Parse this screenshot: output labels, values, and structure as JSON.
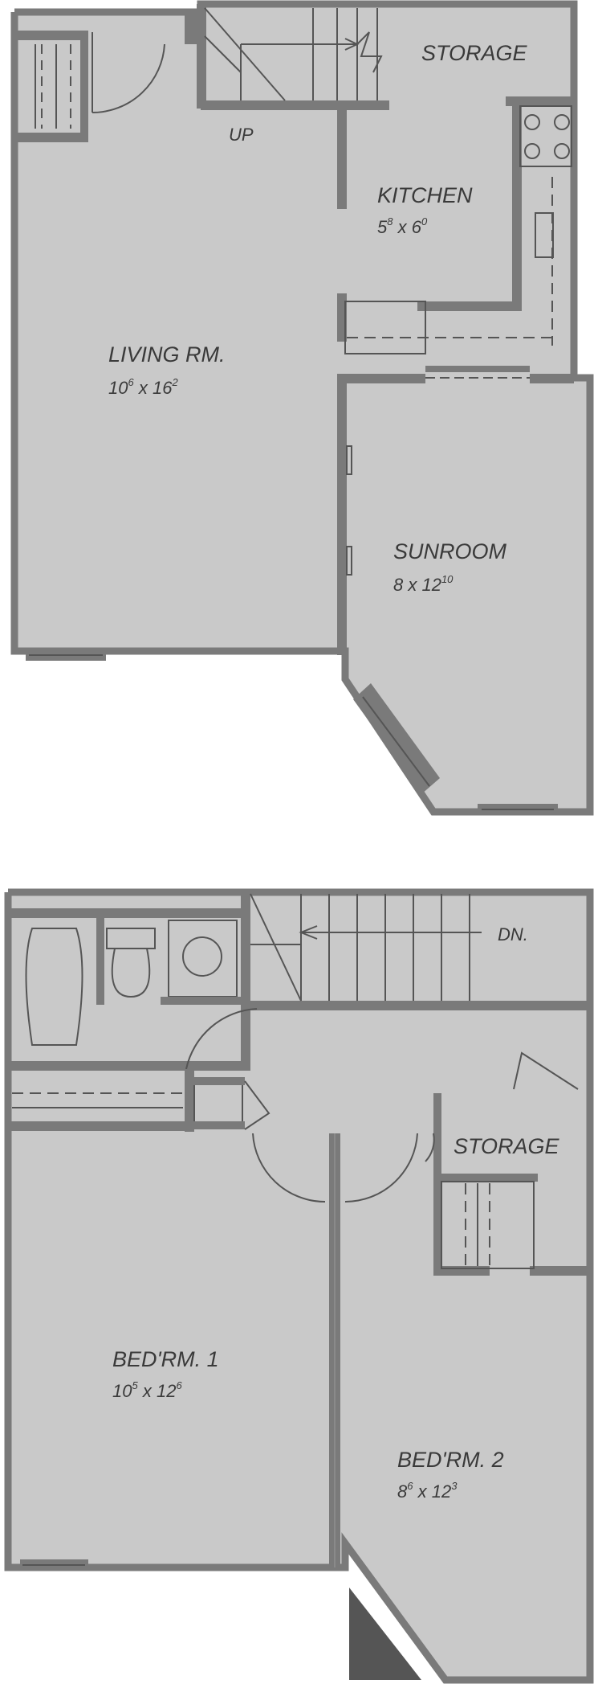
{
  "plan": {
    "colors": {
      "floor": "#c9c9c9",
      "wall": "#7a7a7a",
      "line": "#555555",
      "text": "#3a3a3a",
      "background": "#ffffff"
    },
    "first_floor": {
      "storage": {
        "name": "STORAGE"
      },
      "stair_label": "UP",
      "kitchen": {
        "name": "KITCHEN",
        "dim_a": "5",
        "dim_a_sup": "8",
        "dim_sep": " x ",
        "dim_b": "6",
        "dim_b_sup": "0"
      },
      "living": {
        "name": "LIVING RM.",
        "dim_a": "10",
        "dim_a_sup": "6",
        "dim_sep": " x ",
        "dim_b": "16",
        "dim_b_sup": "2"
      },
      "sunroom": {
        "name": "SUNROOM",
        "dim_a": "8 x 12",
        "dim_a_sup": "10"
      }
    },
    "second_floor": {
      "stair_label": "DN.",
      "storage": {
        "name": "STORAGE"
      },
      "bedroom1": {
        "name": "BED'RM. 1",
        "dim_a": "10",
        "dim_a_sup": "5",
        "dim_sep": " x ",
        "dim_b": "12",
        "dim_b_sup": "6"
      },
      "bedroom2": {
        "name": "BED'RM. 2",
        "dim_a": "8",
        "dim_a_sup": "6",
        "dim_sep": " x ",
        "dim_b": "12",
        "dim_b_sup": "3"
      }
    }
  }
}
